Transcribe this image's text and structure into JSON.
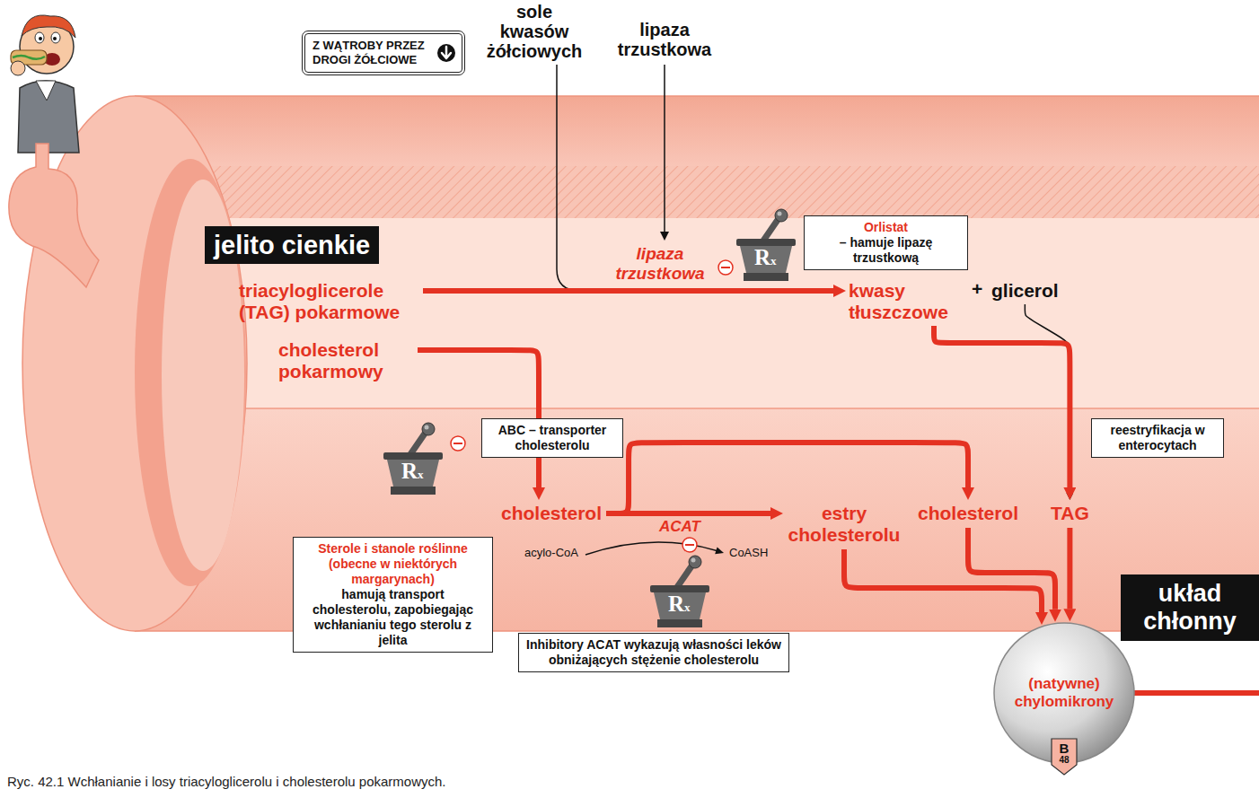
{
  "diagram": {
    "caption": "Ryc. 42.1 Wchłanianie i losy triacyloglicerolu i cholesterolu pokarmowych.",
    "nodes": [
      {
        "text": [
          "Z WĄTROBY PRZEZ DROGI ŻÓŁCIOWE"
        ]
      },
      {
        "text": [
          "sole kwasów żółciowych"
        ]
      },
      {
        "text": [
          "lipaza trzustkowa"
        ]
      },
      {
        "text": [
          "jelito cienkie"
        ]
      },
      {
        "text": [
          "triacyloglicerole (TAG) pokarmowe"
        ]
      },
      {
        "text": [
          "Orlistat",
          "– hamuje lipazę trzustkową"
        ]
      },
      {
        "text": [
          "kwasy tłuszczowe"
        ]
      },
      {
        "text": [
          "glicerol"
        ]
      },
      {
        "text": [
          "cholesterol pokarmowy"
        ]
      },
      {
        "text": [
          "ABC – transporter cholesterolu"
        ]
      },
      {
        "text": [
          "reestryfikacja w enterocytach"
        ]
      },
      {
        "text": [
          "cholesterol"
        ]
      },
      {
        "text": [
          "estry cholesterolu"
        ]
      },
      {
        "text": [
          "cholesterol"
        ]
      },
      {
        "text": [
          "TAG"
        ]
      },
      {
        "text": [
          "Sterole i stanole roślinne (obecne w niektórych margarynach)",
          "hamują transport cholesterolu, zapobiegając wchłanianiu tego sterolu z jelita"
        ]
      },
      {
        "text": [
          "Inhibitory ACAT wykazują własności leków obniżających stężenie cholesterolu"
        ]
      },
      {
        "text": [
          "układ chłonny"
        ]
      },
      {
        "text": [
          "(natywne) chylomikrony"
        ]
      },
      {
        "text": [
          "B",
          "48"
        ]
      }
    ],
    "edges": [
      {
        "from": 4,
        "to": 6,
        "arrow": "to",
        "label": "lipaza trzustkowa"
      },
      {
        "from": 7,
        "to": 14,
        "arrow": "to"
      },
      {
        "from": 6,
        "to": 14,
        "arrow": "to"
      },
      {
        "from": 8,
        "to": 11,
        "arrow": "to"
      },
      {
        "from": 11,
        "to": 12,
        "arrow": "to",
        "label": "ACAT"
      },
      {
        "from": 11,
        "to": 13,
        "arrow": "to"
      },
      {
        "from": 12,
        "to": 18,
        "arrow": "to"
      },
      {
        "from": 13,
        "to": 18,
        "arrow": "to"
      },
      {
        "from": 14,
        "to": 18,
        "arrow": "to"
      }
    ],
    "labels": [
      "+",
      "acylo-CoA",
      "CoASH",
      "Rx",
      "Rx",
      "Rx"
    ]
  }
}
